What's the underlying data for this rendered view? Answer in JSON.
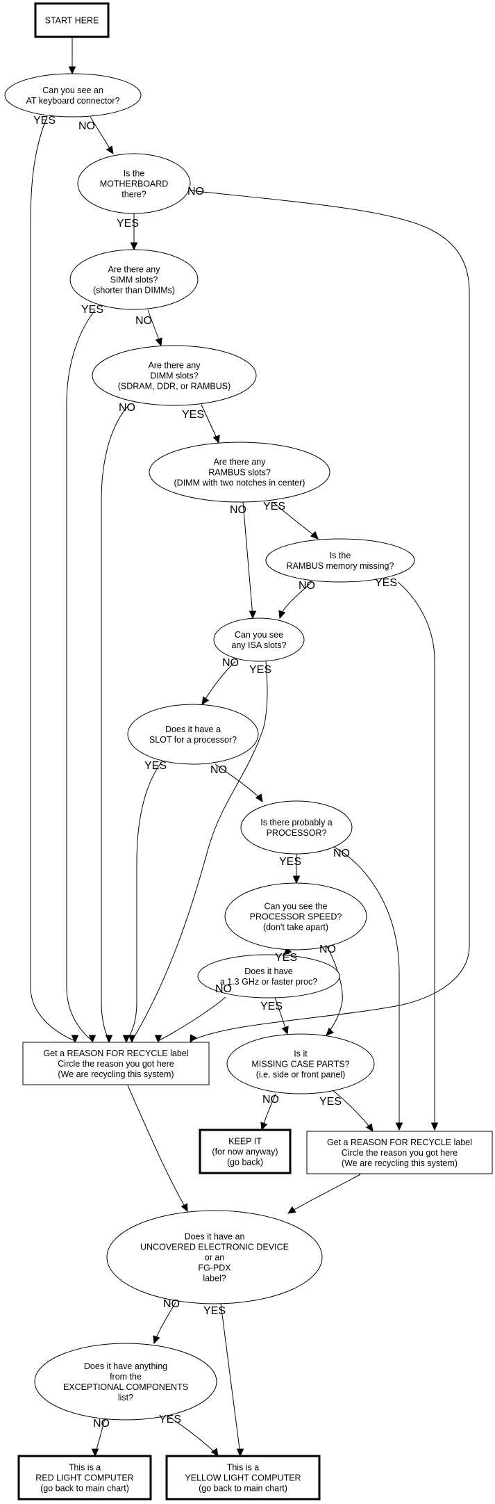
{
  "title": "Motherboard recycling decision flowchart",
  "nodes": {
    "start": {
      "shape": "box-bold",
      "lines": [
        "START HERE"
      ]
    },
    "at_keyboard": {
      "shape": "ellipse",
      "lines": [
        "Can you see an",
        "AT keyboard connector?"
      ]
    },
    "motherboard": {
      "shape": "ellipse",
      "lines": [
        "Is the",
        "MOTHERBOARD",
        "there?"
      ]
    },
    "simm": {
      "shape": "ellipse",
      "lines": [
        "Are there any",
        "SIMM slots?",
        "(shorter than DIMMs)"
      ]
    },
    "dimm": {
      "shape": "ellipse",
      "lines": [
        "Are there any",
        "DIMM slots?",
        "(SDRAM, DDR, or RAMBUS)"
      ]
    },
    "rambus": {
      "shape": "ellipse",
      "lines": [
        "Are there any",
        "RAMBUS slots?",
        "(DIMM with two notches in center)"
      ]
    },
    "rambus_missing": {
      "shape": "ellipse",
      "lines": [
        "Is the",
        "RAMBUS memory missing?"
      ]
    },
    "isa": {
      "shape": "ellipse",
      "lines": [
        "Can you see",
        "any ISA slots?"
      ]
    },
    "slot": {
      "shape": "ellipse",
      "lines": [
        "Does it have a",
        "SLOT for a processor?"
      ]
    },
    "processor": {
      "shape": "ellipse",
      "lines": [
        "Is there probably a",
        "PROCESSOR?"
      ]
    },
    "proc_speed": {
      "shape": "ellipse",
      "lines": [
        "Can you see the",
        "PROCESSOR SPEED?",
        "(don't take apart)"
      ]
    },
    "ghz": {
      "shape": "ellipse",
      "lines": [
        "Does it have",
        "a 1.3 GHz or faster proc?"
      ]
    },
    "recycle_left": {
      "shape": "box",
      "lines": [
        "Get a REASON FOR RECYCLE label",
        "Circle the reason you got here",
        "(We are recycling this system)"
      ]
    },
    "case_parts": {
      "shape": "ellipse",
      "lines": [
        "Is it",
        "MISSING CASE PARTS?",
        "(i.e. side or front panel)"
      ]
    },
    "keep_it": {
      "shape": "box-bold",
      "lines": [
        "KEEP IT",
        "(for now anyway)",
        "(go back)"
      ]
    },
    "recycle_right": {
      "shape": "box",
      "lines": [
        "Get a REASON FOR RECYCLE label",
        "Circle the reason you got here",
        "(We are recycling this system)"
      ]
    },
    "uncovered": {
      "shape": "ellipse",
      "lines": [
        "Does it have an",
        "UNCOVERED ELECTRONIC DEVICE",
        "or an",
        "FG-PDX",
        "label?"
      ]
    },
    "exceptional": {
      "shape": "ellipse",
      "lines": [
        "Does it have anything",
        "from the",
        "EXCEPTIONAL COMPONENTS",
        "list?"
      ]
    },
    "red_light": {
      "shape": "box-bold",
      "lines": [
        "This is a",
        "RED LIGHT COMPUTER",
        "(go back to main chart)"
      ]
    },
    "yellow_light": {
      "shape": "box-bold",
      "lines": [
        "This is a",
        "YELLOW LIGHT COMPUTER",
        "(go back to main chart)"
      ]
    }
  },
  "edges": [
    {
      "from": "start",
      "to": "at_keyboard",
      "label": ""
    },
    {
      "from": "at_keyboard",
      "to": "recycle_left",
      "label": "YES"
    },
    {
      "from": "at_keyboard",
      "to": "motherboard",
      "label": "NO"
    },
    {
      "from": "motherboard",
      "to": "simm",
      "label": "YES"
    },
    {
      "from": "motherboard",
      "to": "recycle_left",
      "label": "NO"
    },
    {
      "from": "simm",
      "to": "recycle_left",
      "label": "YES"
    },
    {
      "from": "simm",
      "to": "dimm",
      "label": "NO"
    },
    {
      "from": "dimm",
      "to": "recycle_left",
      "label": "NO"
    },
    {
      "from": "dimm",
      "to": "rambus",
      "label": "YES"
    },
    {
      "from": "rambus",
      "to": "isa",
      "label": "NO"
    },
    {
      "from": "rambus",
      "to": "rambus_missing",
      "label": "YES"
    },
    {
      "from": "rambus_missing",
      "to": "isa",
      "label": "NO"
    },
    {
      "from": "rambus_missing",
      "to": "recycle_right",
      "label": "YES"
    },
    {
      "from": "isa",
      "to": "slot",
      "label": "NO"
    },
    {
      "from": "isa",
      "to": "recycle_left",
      "label": "YES"
    },
    {
      "from": "slot",
      "to": "recycle_left",
      "label": "YES"
    },
    {
      "from": "slot",
      "to": "processor",
      "label": "NO"
    },
    {
      "from": "processor",
      "to": "proc_speed",
      "label": "YES"
    },
    {
      "from": "processor",
      "to": "recycle_right",
      "label": "NO"
    },
    {
      "from": "proc_speed",
      "to": "ghz",
      "label": "YES"
    },
    {
      "from": "proc_speed",
      "to": "case_parts",
      "label": "NO"
    },
    {
      "from": "ghz",
      "to": "recycle_left",
      "label": "NO"
    },
    {
      "from": "ghz",
      "to": "case_parts",
      "label": "YES"
    },
    {
      "from": "case_parts",
      "to": "keep_it",
      "label": "NO"
    },
    {
      "from": "case_parts",
      "to": "recycle_right",
      "label": "YES"
    },
    {
      "from": "recycle_left",
      "to": "uncovered",
      "label": ""
    },
    {
      "from": "recycle_right",
      "to": "uncovered",
      "label": ""
    },
    {
      "from": "uncovered",
      "to": "exceptional",
      "label": "NO"
    },
    {
      "from": "uncovered",
      "to": "yellow_light",
      "label": "YES"
    },
    {
      "from": "exceptional",
      "to": "red_light",
      "label": "NO"
    },
    {
      "from": "exceptional",
      "to": "yellow_light",
      "label": "YES"
    }
  ]
}
